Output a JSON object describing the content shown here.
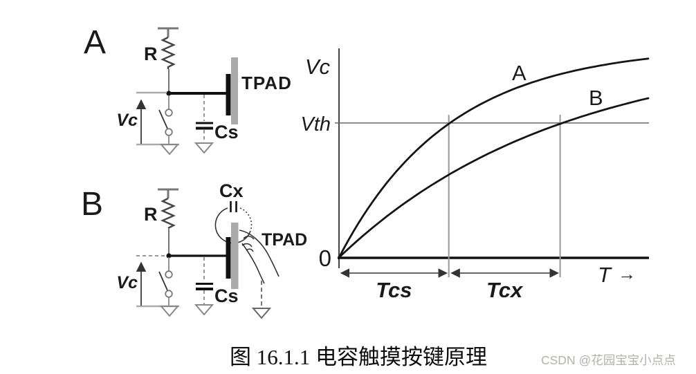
{
  "caption": {
    "text": "图 16.1.1  电容触摸按键原理"
  },
  "watermark": {
    "text": "CSDN @花园宝宝小点点",
    "color": "#b3b1ae"
  },
  "colors": {
    "ink": "#111111",
    "wire_gray": "#888888",
    "bracket_gray": "#aaaaaa",
    "guide_gray": "#999999",
    "pad_gray": "#aaaaaa",
    "threshold_line": "#666666"
  },
  "circuit_a": {
    "panel_label": "A",
    "resistor_label": "R",
    "voltage_label": "Vc",
    "pad_label": "TPAD",
    "sensor_cap_label": "Cs"
  },
  "circuit_b": {
    "panel_label": "B",
    "resistor_label": "R",
    "voltage_label": "Vc",
    "pad_label": "TPAD",
    "sensor_cap_label": "Cs",
    "touch_cap_label": "Cx"
  },
  "chart_data": {
    "type": "line",
    "title": "",
    "xlabel": "T",
    "ylabel": "Vc",
    "origin_label": "0",
    "x_range": [
      0,
      1
    ],
    "y_range": [
      0,
      1
    ],
    "grid": false,
    "threshold": {
      "label": "Vth",
      "value": 0.636
    },
    "series": [
      {
        "name": "A",
        "description": "Vc charging curve, pad untouched (Cs only)",
        "model": "v(t)=1-exp(-t/tau)",
        "tau": 0.355,
        "x": [
          0,
          0.1,
          0.2,
          0.3,
          0.355,
          0.5,
          0.715,
          0.85,
          1.0
        ],
        "values": [
          0,
          0.245,
          0.43,
          0.571,
          0.632,
          0.756,
          0.866,
          0.909,
          0.94
        ]
      },
      {
        "name": "B",
        "description": "Vc charging curve, finger touching pad (Cs + Cx)",
        "model": "v(t)=1-exp(-t/tau)",
        "tau": 0.715,
        "x": [
          0,
          0.1,
          0.2,
          0.3,
          0.5,
          0.715,
          0.85,
          1.0
        ],
        "values": [
          0,
          0.131,
          0.244,
          0.343,
          0.503,
          0.632,
          0.696,
          0.753
        ]
      }
    ],
    "markers": {
      "tcs": {
        "label": "Tcs",
        "from": 0,
        "to": 0.355
      },
      "tcx": {
        "label": "Tcx",
        "from": 0.355,
        "to": 0.715
      }
    }
  }
}
